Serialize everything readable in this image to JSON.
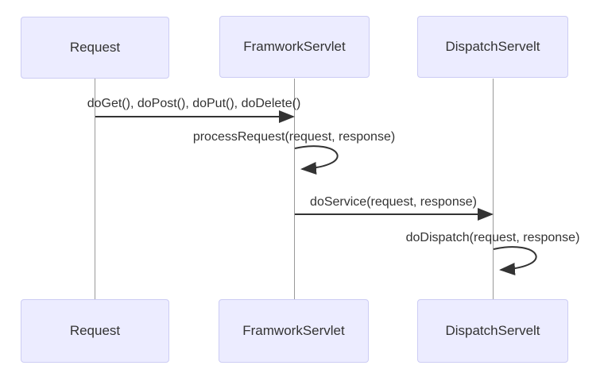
{
  "diagram": {
    "type": "sequence",
    "participants": [
      {
        "id": "request",
        "label": "Request"
      },
      {
        "id": "framworkservlet",
        "label": "FramworkServlet"
      },
      {
        "id": "dispatchservelt",
        "label": "DispatchServelt"
      }
    ],
    "messages": [
      {
        "from": "Request",
        "to": "FramworkServlet",
        "kind": "solid-arrow",
        "label": "doGet(), doPost(), doPut(), doDelete()"
      },
      {
        "from": "FramworkServlet",
        "to": "FramworkServlet",
        "kind": "self-loop",
        "label": "processRequest(request, response)"
      },
      {
        "from": "FramworkServlet",
        "to": "DispatchServelt",
        "kind": "solid-arrow",
        "label": "doService(request, response)"
      },
      {
        "from": "DispatchServelt",
        "to": "DispatchServelt",
        "kind": "self-loop",
        "label": "doDispatch(request, response)"
      }
    ]
  },
  "colors": {
    "background": "#FFFFFF",
    "actor_fill": "#ECECFF",
    "actor_border": "#CCCCF4",
    "actor_text": "#333333",
    "message_line": "#333333",
    "message_text": "#333333",
    "lifeline": "#999999"
  }
}
